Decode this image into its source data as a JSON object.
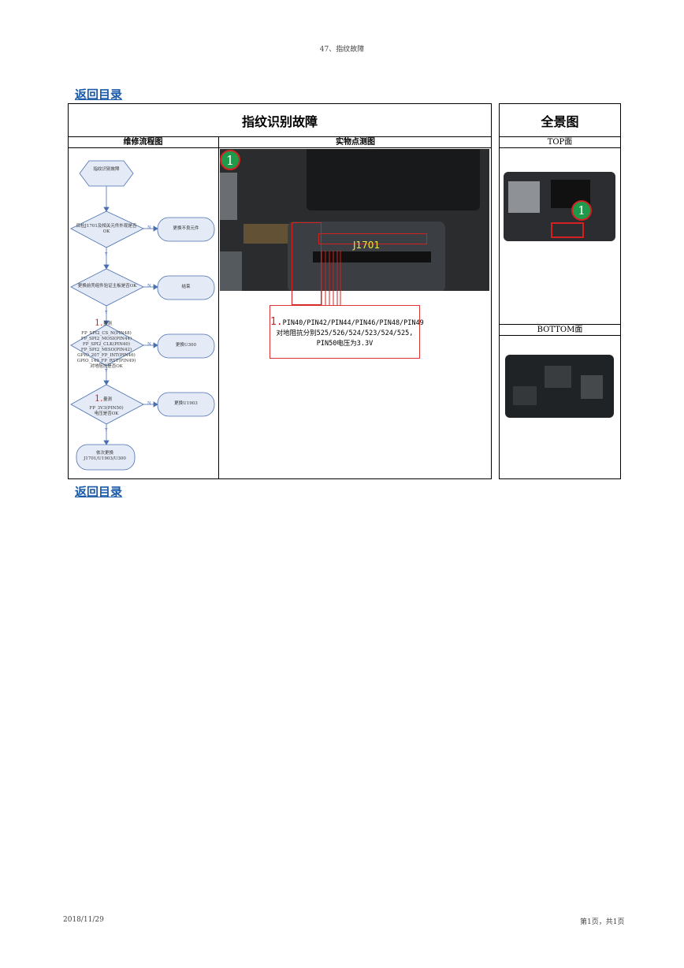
{
  "header": "47、指纹故障",
  "back_link": "返回目录",
  "main_title": "指纹识别故障",
  "overview_title": "全景图",
  "col_flow": "维修流程图",
  "col_photo": "实物点测图",
  "col_top": "TOP面",
  "col_bottom": "BOTTOM面",
  "flow": {
    "start": "指纹识别故障",
    "d1": "目检J1701及相关元件外观是否OK",
    "r1": "更换不良元件",
    "d2": "更换前壳组件验证主板是否OK",
    "r2": "结束",
    "d3_num": "1.",
    "d3_head": "量测",
    "d3_lines": [
      "FP_SPI2_CS_N(PIN48)",
      "FP_SPI2_MOSI(PIN44)",
      "FP_SPI2_CLK(PIN40)",
      "FP_SPI2_MISO(PIN42)",
      "GPIO_207_FP_INT(PIN46)",
      "GPIO_149_FP_RST(PIN49)",
      "对地阻抗是否OK"
    ],
    "r3": "更换U300",
    "d4_num": "1.",
    "d4_head": "量测",
    "d4_line1": "FP_3V3(PIN50)",
    "d4_line2": "电压是否OK",
    "r4": "更换U1903",
    "end": "依次更换 J1701/U1903/U300",
    "yes": "Y",
    "no": "N"
  },
  "photo": {
    "badge": "1",
    "connector": "J1701",
    "callout_num": "1.",
    "callout_line1": "PIN40/PIN42/PIN44/PIN46/PIN48/PIN49",
    "callout_line2": "对地阻抗分别525/526/524/523/524/525,",
    "callout_line3": "PIN50电压为3.3V"
  },
  "top_badge": "1",
  "footer_date": "2018/11/29",
  "footer_page": "第1页，共1页",
  "colors": {
    "accent_red": "#d32020",
    "badge_green": "#1e9a4a",
    "link": "#1a5aa8",
    "flow_fill": "#e4eaf6",
    "flow_stroke": "#4a6fb0"
  }
}
